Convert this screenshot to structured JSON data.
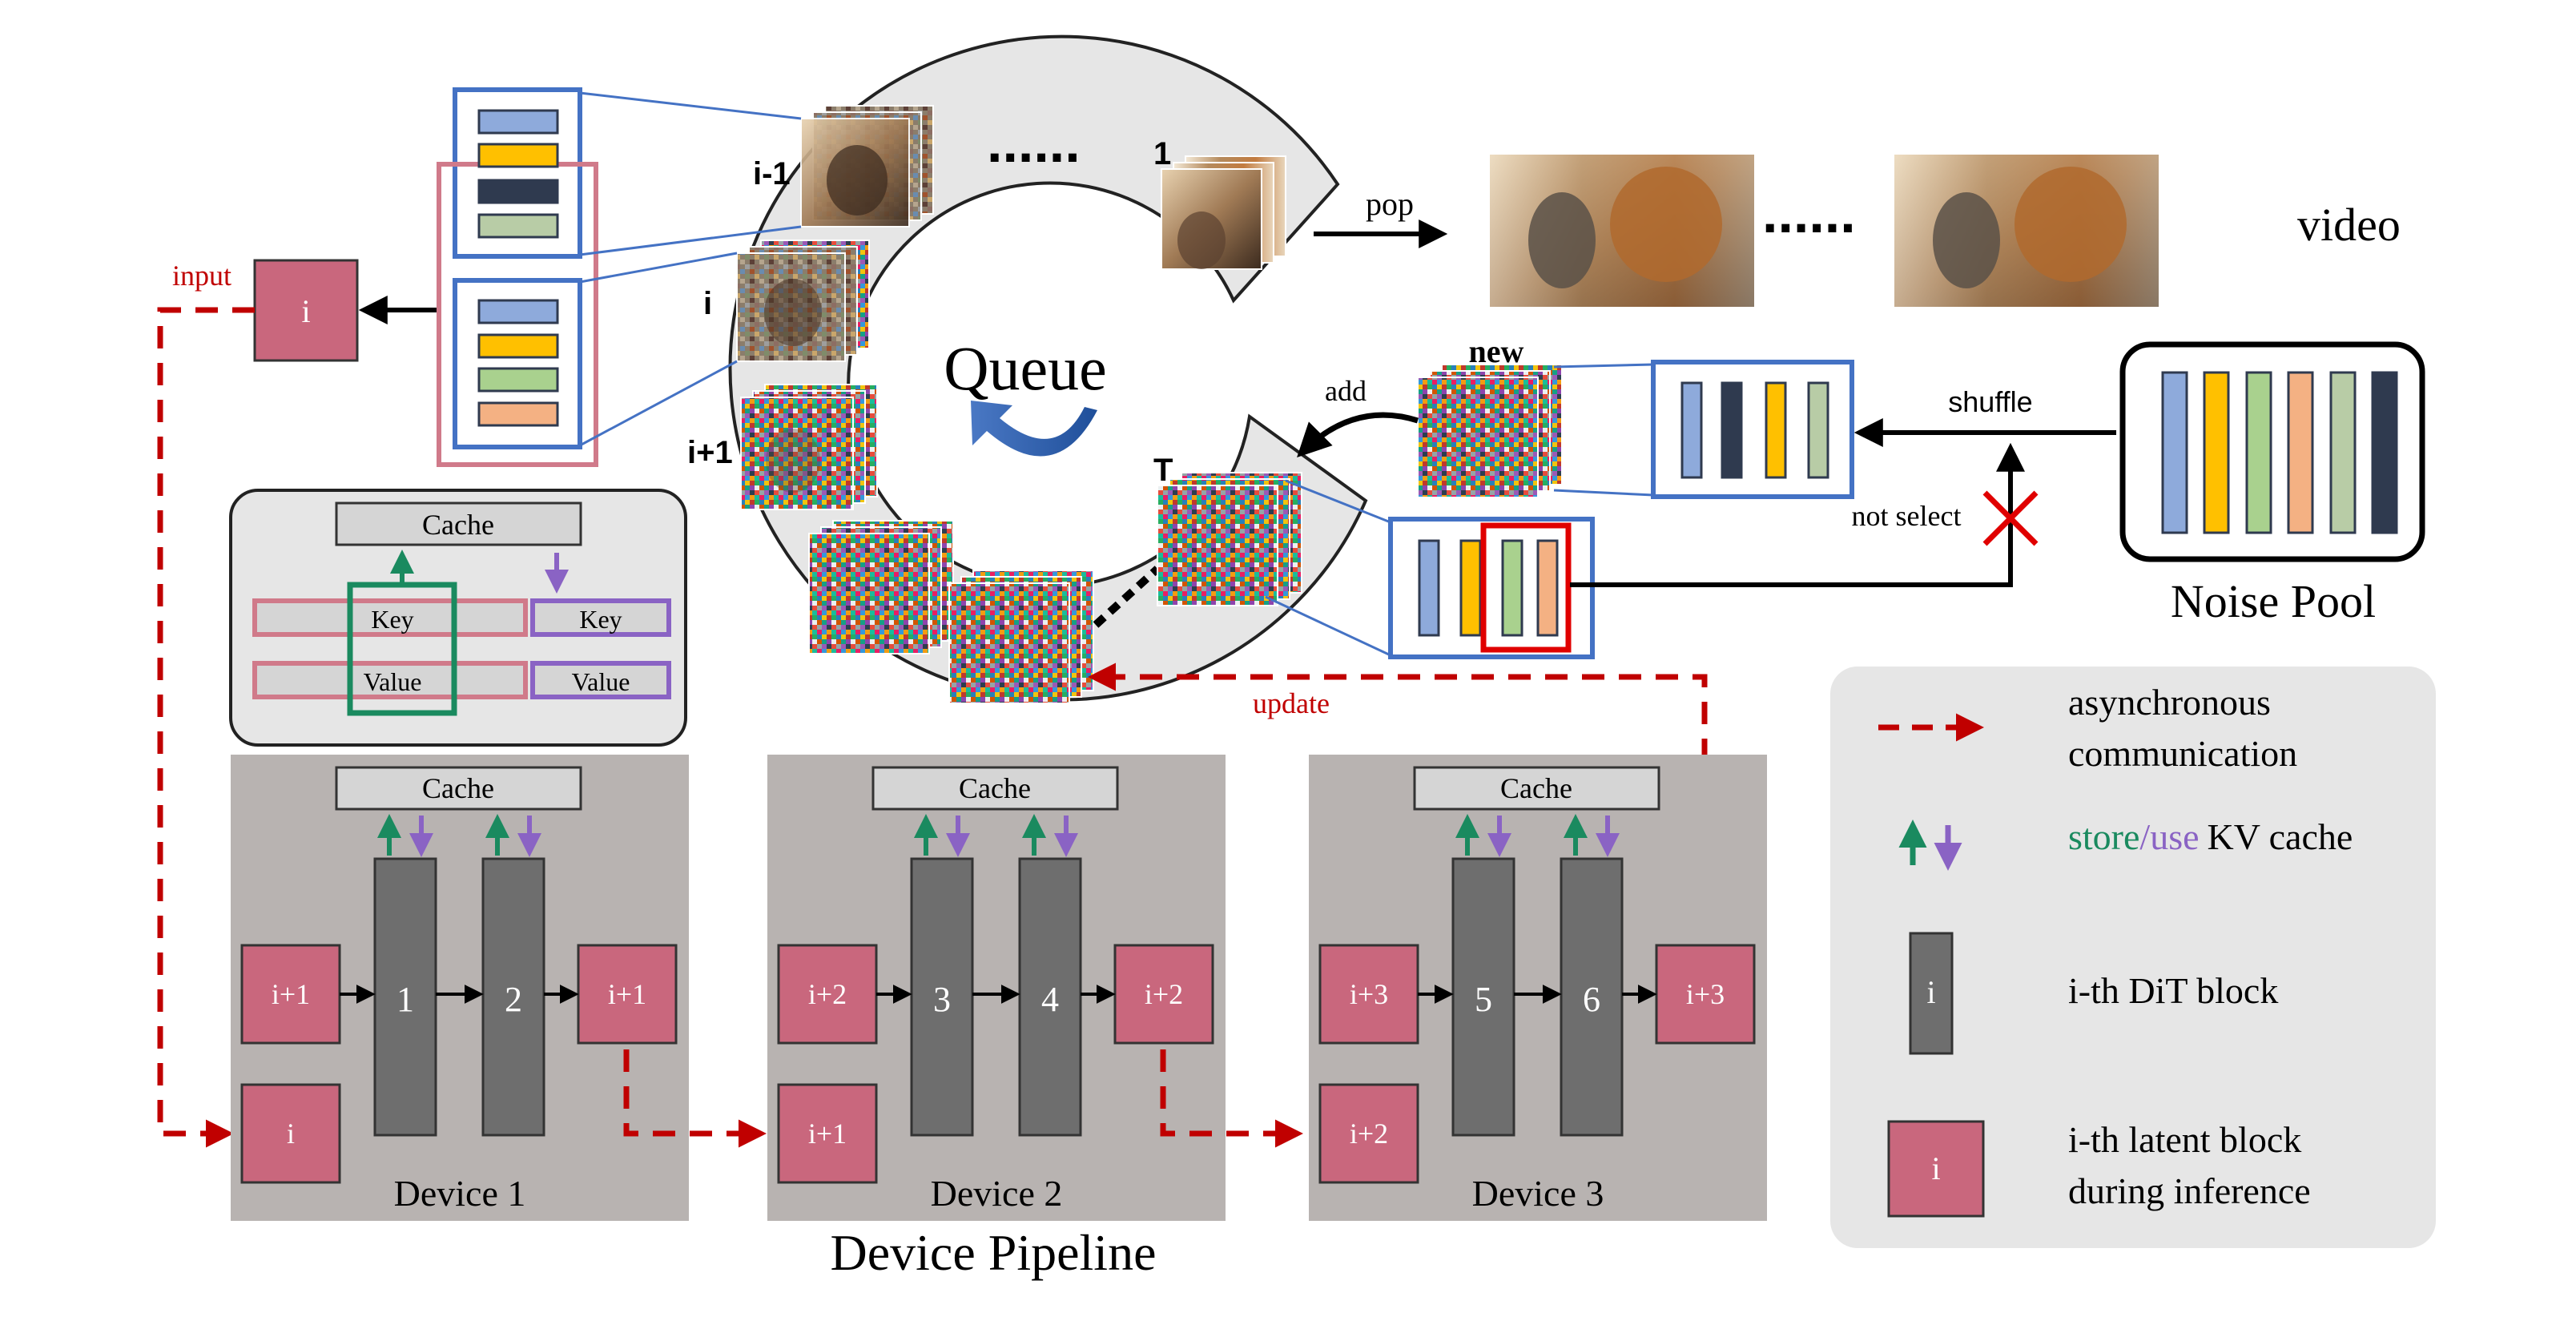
{
  "queue": {
    "title": "Queue",
    "label_im1": "i-1",
    "label_i": "i",
    "label_ip1": "i+1",
    "label_1": "1",
    "label_T": "T",
    "dots": "......",
    "pop": "pop",
    "add": "add",
    "update": "update",
    "input": "input",
    "new": "new"
  },
  "video": {
    "label": "video",
    "dots": "......"
  },
  "latent_i": "i",
  "kv_box": {
    "cache": "Cache",
    "key": "Key",
    "value": "Value"
  },
  "noise_pool": {
    "label": "Noise Pool",
    "shuffle": "shuffle",
    "not_select": "not select"
  },
  "pipeline": {
    "title": "Device Pipeline",
    "cache": "Cache",
    "devices": [
      {
        "name": "Device 1",
        "in_top": "i+1",
        "in_bottom": "i",
        "blocks": [
          "1",
          "2"
        ],
        "out": "i+1"
      },
      {
        "name": "Device 2",
        "in_top": "i+2",
        "in_bottom": "i+1",
        "blocks": [
          "3",
          "4"
        ],
        "out": "i+2"
      },
      {
        "name": "Device 3",
        "in_top": "i+3",
        "in_bottom": "i+2",
        "blocks": [
          "5",
          "6"
        ],
        "out": "i+3"
      }
    ]
  },
  "legend": {
    "async_1": "asynchronous",
    "async_2": "communication",
    "store": "store",
    "slash": "/",
    "use": "use",
    "kv_cache": "KV cache",
    "dit_icon": "i",
    "dit": "i-th DiT block",
    "latent_icon": "i",
    "latent_1": "i-th latent block",
    "latent_2": "during inference"
  },
  "colors": {
    "latent": "#c9677d",
    "dit_block": "#6e6e6e",
    "device_bg": "#b8b3b1",
    "queue_bg": "#e6e6e6",
    "async_arrow": "#c00000",
    "store_green": "#1a8a5f",
    "use_purple": "#8a63c4",
    "noise_blue": "#8eaadb",
    "noise_yellow": "#ffc000",
    "noise_green": "#a9d18e",
    "noise_orange": "#f4b183",
    "noise_sage": "#b8cca6",
    "noise_navy": "#2f3a4f",
    "frame_blue": "#4472c4"
  }
}
